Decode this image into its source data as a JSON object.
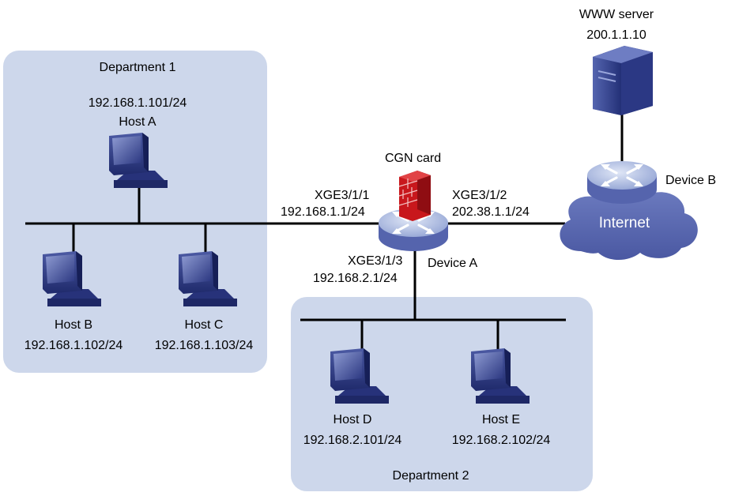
{
  "colors": {
    "department_fill": "#cdd7eb",
    "cloud_fill": "#5c6bb5",
    "router_fill": "#7f92c8",
    "firewall_fill": "#c8171c",
    "server_fill": "#3b4a8f",
    "host_fill": "#2f3d86"
  },
  "departments": {
    "dept1": {
      "title": "Department 1"
    },
    "dept2": {
      "title": "Department 2"
    }
  },
  "hosts": {
    "a": {
      "name": "Host A",
      "ip": "192.168.1.101/24",
      "icon": "pc-icon"
    },
    "b": {
      "name": "Host B",
      "ip": "192.168.1.102/24",
      "icon": "pc-icon"
    },
    "c": {
      "name": "Host C",
      "ip": "192.168.1.103/24",
      "icon": "pc-icon"
    },
    "d": {
      "name": "Host D",
      "ip": "192.168.2.101/24",
      "icon": "pc-icon"
    },
    "e": {
      "name": "Host E",
      "ip": "192.168.2.102/24",
      "icon": "pc-icon"
    }
  },
  "device_a": {
    "name": "Device A",
    "icon": "router-icon",
    "card": "CGN card",
    "card_icon": "firewall-icon",
    "ports": {
      "xge1": {
        "name": "XGE3/1/1",
        "ip": "192.168.1.1/24"
      },
      "xge2": {
        "name": "XGE3/1/2",
        "ip": "202.38.1.1/24"
      },
      "xge3": {
        "name": "XGE3/1/3",
        "ip": "192.168.2.1/24"
      }
    }
  },
  "device_b": {
    "name": "Device B",
    "icon": "router-icon"
  },
  "internet": {
    "label": "Internet",
    "icon": "cloud-icon"
  },
  "server": {
    "name": "WWW server",
    "ip": "200.1.1.10",
    "icon": "server-icon"
  }
}
